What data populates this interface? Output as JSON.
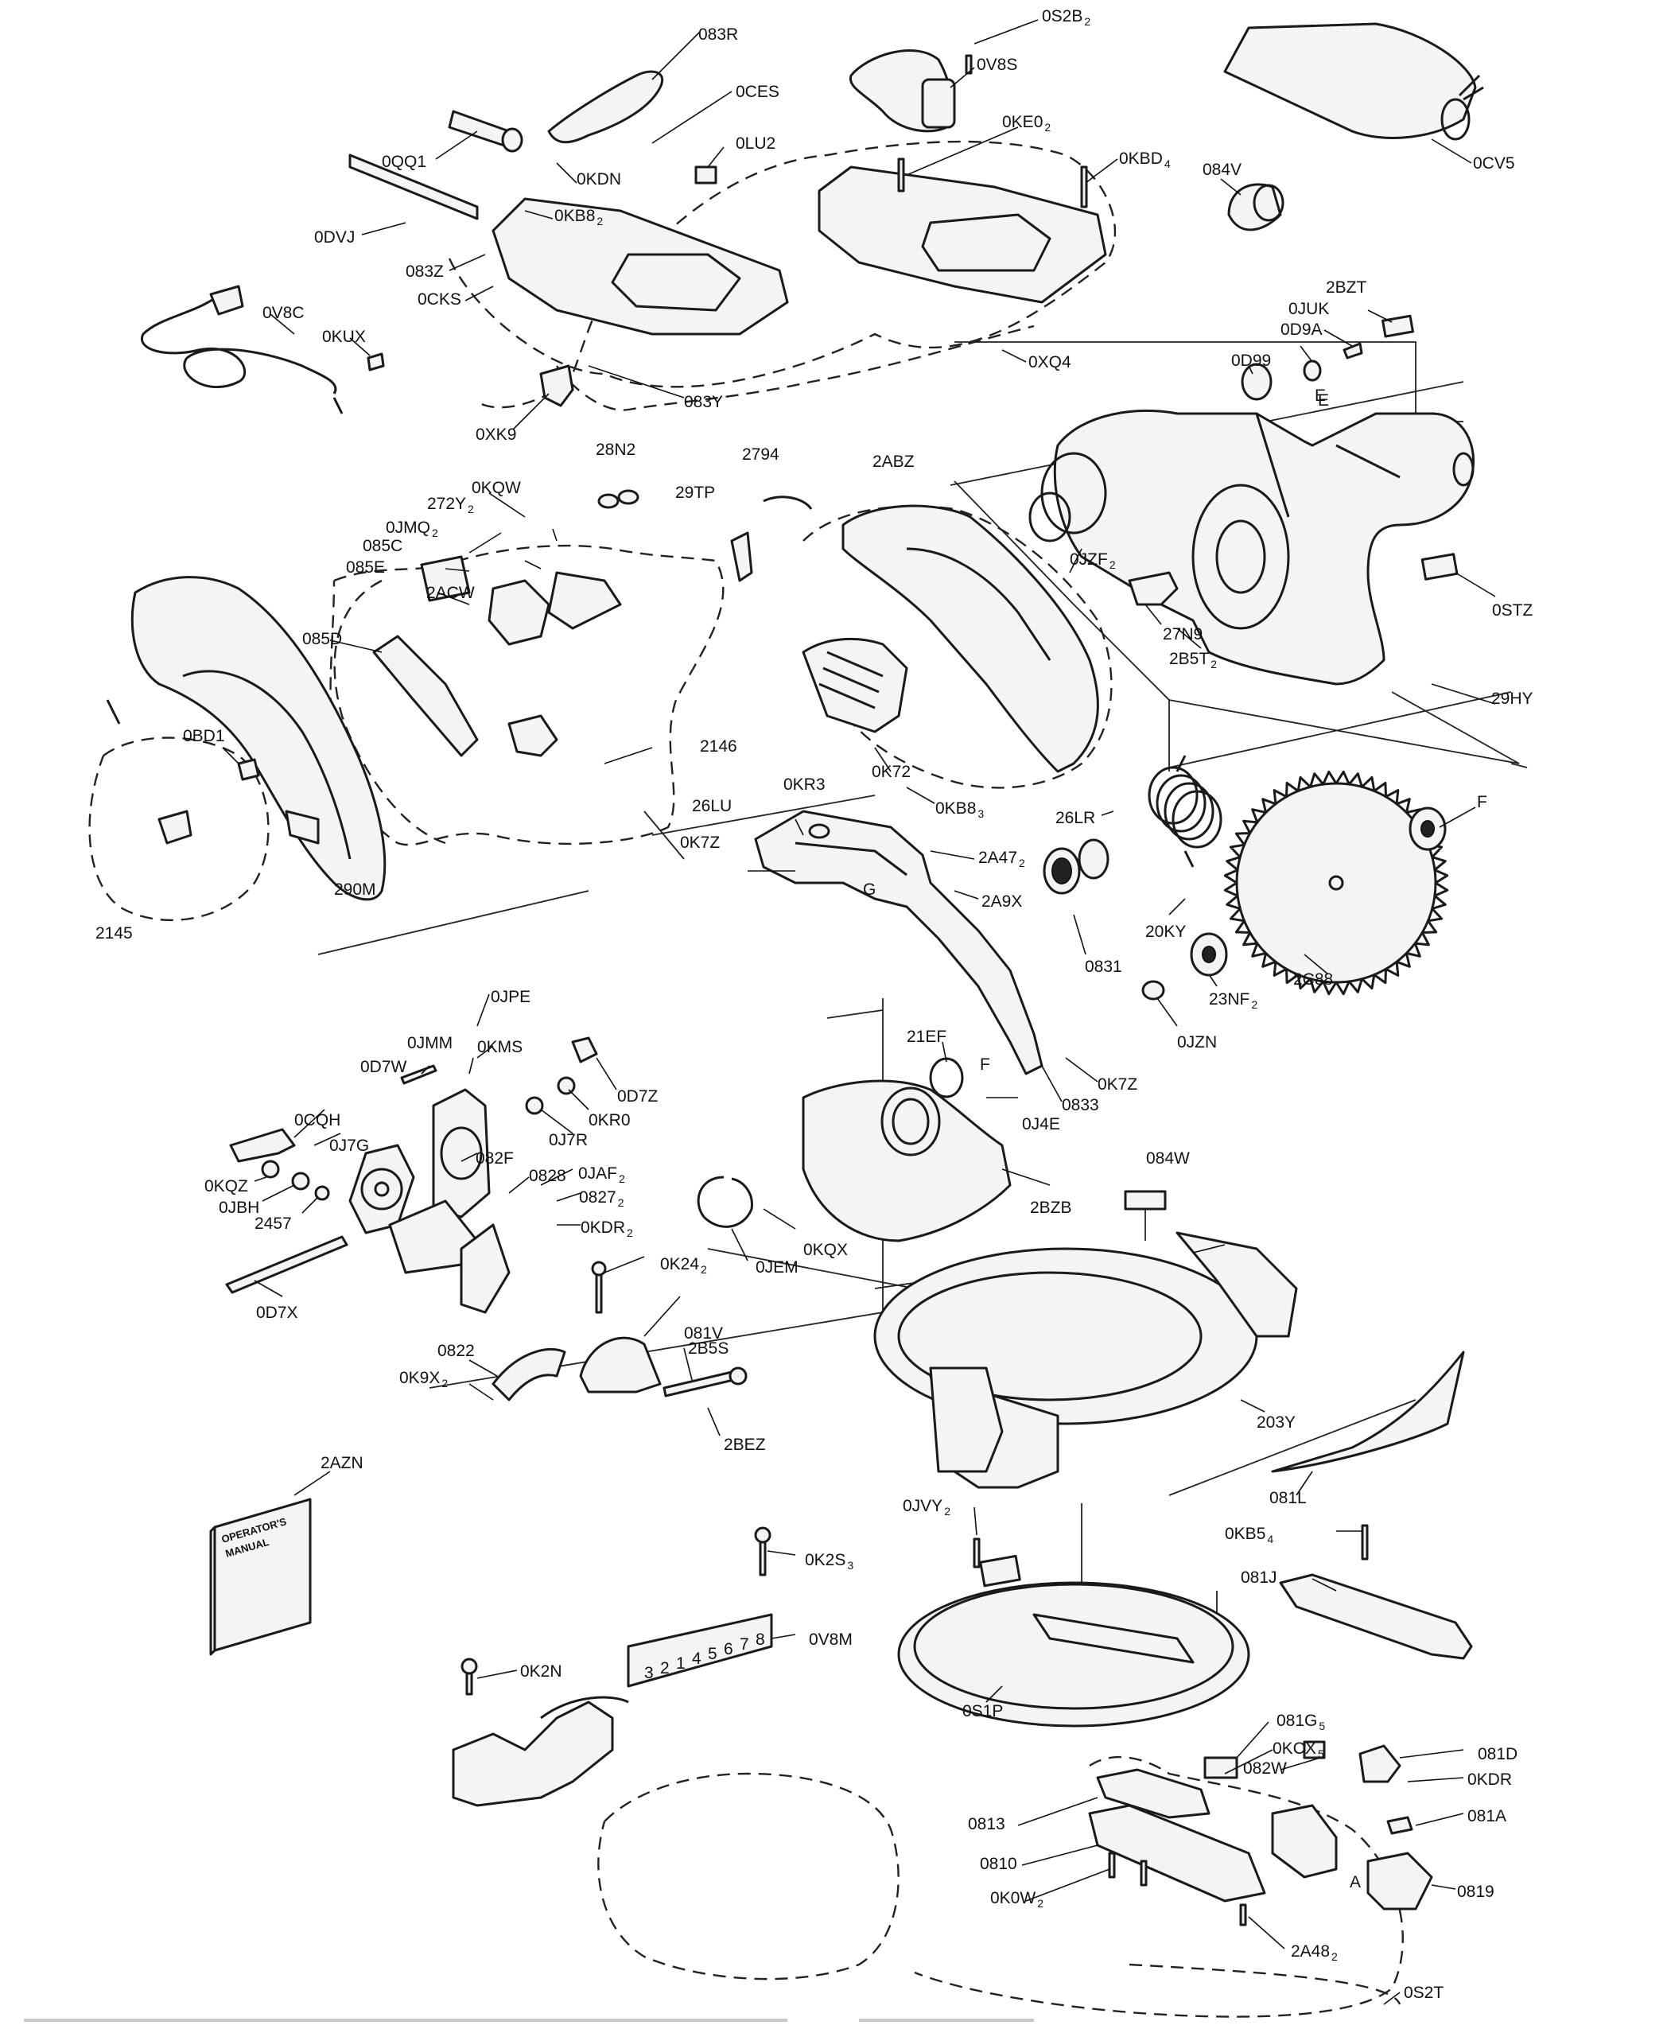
{
  "labels": [
    {
      "id": "083R",
      "text": "083R"
    },
    {
      "id": "0S2B2",
      "text": "0S2B",
      "sub": "2"
    },
    {
      "id": "0V8S",
      "text": "0V8S"
    },
    {
      "id": "0CES",
      "text": "0CES"
    },
    {
      "id": "0KE02",
      "text": "0KE0",
      "sub": "2"
    },
    {
      "id": "0LU2",
      "text": "0LU2"
    },
    {
      "id": "0KBD4",
      "text": "0KBD",
      "sub": "4"
    },
    {
      "id": "0QQ1",
      "text": "0QQ1"
    },
    {
      "id": "0KDN",
      "text": "0KDN"
    },
    {
      "id": "0KB82",
      "text": "0KB8",
      "sub": "2"
    },
    {
      "id": "0DVJ",
      "text": "0DVJ"
    },
    {
      "id": "083Z",
      "text": "083Z"
    },
    {
      "id": "0CKS",
      "text": "0CKS"
    },
    {
      "id": "0V8C",
      "text": "0V8C"
    },
    {
      "id": "0KUX",
      "text": "0KUX"
    },
    {
      "id": "0XK9",
      "text": "0XK9"
    },
    {
      "id": "083Y",
      "text": "083Y"
    },
    {
      "id": "0XQ4",
      "text": "0XQ4"
    },
    {
      "id": "0CV5",
      "text": "0CV5"
    },
    {
      "id": "084V",
      "text": "084V"
    },
    {
      "id": "2BZT",
      "text": "2BZT"
    },
    {
      "id": "0JUK",
      "text": "0JUK"
    },
    {
      "id": "0D9A",
      "text": "0D9A"
    },
    {
      "id": "0D99",
      "text": "0D99"
    },
    {
      "id": "E",
      "text": "E"
    },
    {
      "id": "28N2",
      "text": "28N2"
    },
    {
      "id": "2794",
      "text": "2794"
    },
    {
      "id": "2ABZ",
      "text": "2ABZ"
    },
    {
      "id": "29TP",
      "text": "29TP"
    },
    {
      "id": "0KQW",
      "text": "0KQW"
    },
    {
      "id": "272Y2",
      "text": "272Y",
      "sub": "2"
    },
    {
      "id": "0JMQ2",
      "text": "0JMQ",
      "sub": "2"
    },
    {
      "id": "085C",
      "text": "085C"
    },
    {
      "id": "085E",
      "text": "085E"
    },
    {
      "id": "2ACW",
      "text": "2ACW"
    },
    {
      "id": "085D",
      "text": "085D"
    },
    {
      "id": "0JZF2",
      "text": "0JZF",
      "sub": "2"
    },
    {
      "id": "27N9",
      "text": "27N9"
    },
    {
      "id": "2B5T2",
      "text": "2B5T",
      "sub": "2"
    },
    {
      "id": "0STZ",
      "text": "0STZ"
    },
    {
      "id": "29HY",
      "text": "29HY"
    },
    {
      "id": "0BD1",
      "text": "0BD1"
    },
    {
      "id": "2146",
      "text": "2146"
    },
    {
      "id": "0K72",
      "text": "0K72"
    },
    {
      "id": "0KB83",
      "text": "0KB8",
      "sub": "3"
    },
    {
      "id": "26LR",
      "text": "26LR"
    },
    {
      "id": "26LU",
      "text": "26LU"
    },
    {
      "id": "290M",
      "text": "290M"
    },
    {
      "id": "2145",
      "text": "2145"
    },
    {
      "id": "0KR3",
      "text": "0KR3"
    },
    {
      "id": "0K7Z_a",
      "text": "0K7Z"
    },
    {
      "id": "G",
      "text": "G"
    },
    {
      "id": "2A472",
      "text": "2A47",
      "sub": "2"
    },
    {
      "id": "2A9X",
      "text": "2A9X"
    },
    {
      "id": "F_a",
      "text": "F"
    },
    {
      "id": "0831",
      "text": "0831"
    },
    {
      "id": "20KY",
      "text": "20KY"
    },
    {
      "id": "2C88",
      "text": "2C88"
    },
    {
      "id": "23NF2",
      "text": "23NF",
      "sub": "2"
    },
    {
      "id": "0JZN",
      "text": "0JZN"
    },
    {
      "id": "0JPE",
      "text": "0JPE"
    },
    {
      "id": "0JMM",
      "text": "0JMM"
    },
    {
      "id": "0KMS",
      "text": "0KMS"
    },
    {
      "id": "0D7W",
      "text": "0D7W"
    },
    {
      "id": "0D7Z",
      "text": "0D7Z"
    },
    {
      "id": "0KR0",
      "text": "0KR0"
    },
    {
      "id": "0J7R",
      "text": "0J7R"
    },
    {
      "id": "21EF",
      "text": "21EF"
    },
    {
      "id": "F_b",
      "text": "F"
    },
    {
      "id": "0K7Z_b",
      "text": "0K7Z"
    },
    {
      "id": "0833",
      "text": "0833"
    },
    {
      "id": "0J4E",
      "text": "0J4E"
    },
    {
      "id": "0CQH",
      "text": "0CQH"
    },
    {
      "id": "0J7G",
      "text": "0J7G"
    },
    {
      "id": "082F",
      "text": "082F"
    },
    {
      "id": "0828",
      "text": "0828"
    },
    {
      "id": "0JAF2",
      "text": "0JAF",
      "sub": "2"
    },
    {
      "id": "08272",
      "text": "0827",
      "sub": "2"
    },
    {
      "id": "0KDR2",
      "text": "0KDR",
      "sub": "2"
    },
    {
      "id": "0KQZ",
      "text": "0KQZ"
    },
    {
      "id": "0JBH",
      "text": "0JBH"
    },
    {
      "id": "2457",
      "text": "2457"
    },
    {
      "id": "2BZB",
      "text": "2BZB"
    },
    {
      "id": "084W",
      "text": "084W"
    },
    {
      "id": "0KQX",
      "text": "0KQX"
    },
    {
      "id": "0JEM",
      "text": "0JEM"
    },
    {
      "id": "0K242",
      "text": "0K24",
      "sub": "2"
    },
    {
      "id": "081V",
      "text": "081V"
    },
    {
      "id": "0D7X",
      "text": "0D7X"
    },
    {
      "id": "2B5S",
      "text": "2B5S"
    },
    {
      "id": "0822",
      "text": "0822"
    },
    {
      "id": "0K9X2",
      "text": "0K9X",
      "sub": "2"
    },
    {
      "id": "2BEZ",
      "text": "2BEZ"
    },
    {
      "id": "203Y",
      "text": "203Y"
    },
    {
      "id": "2AZN",
      "text": "2AZN"
    },
    {
      "id": "081L",
      "text": "081L"
    },
    {
      "id": "0JVY2",
      "text": "0JVY",
      "sub": "2"
    },
    {
      "id": "0KB54",
      "text": "0KB5",
      "sub": "4"
    },
    {
      "id": "0K2S3",
      "text": "0K2S",
      "sub": "3"
    },
    {
      "id": "081J",
      "text": "081J"
    },
    {
      "id": "0V8M",
      "text": "0V8M"
    },
    {
      "id": "0K2N",
      "text": "0K2N"
    },
    {
      "id": "081G5",
      "text": "081G",
      "sub": "5"
    },
    {
      "id": "0KCX5",
      "text": "0KCX",
      "sub": "5"
    },
    {
      "id": "0S1P",
      "text": "0S1P"
    },
    {
      "id": "081D",
      "text": "081D"
    },
    {
      "id": "082W",
      "text": "082W"
    },
    {
      "id": "0KDR",
      "text": "0KDR"
    },
    {
      "id": "0813",
      "text": "0813"
    },
    {
      "id": "081A",
      "text": "081A"
    },
    {
      "id": "0810",
      "text": "0810"
    },
    {
      "id": "0K0W2",
      "text": "0K0W",
      "sub": "2"
    },
    {
      "id": "A",
      "text": "A"
    },
    {
      "id": "0819",
      "text": "0819"
    },
    {
      "id": "2A482",
      "text": "2A48",
      "sub": "2"
    },
    {
      "id": "0S2T",
      "text": "0S2T"
    },
    {
      "id": "E_b",
      "text": "E"
    }
  ],
  "manual": {
    "line1": "OPERATOR'S",
    "line2": "MANUAL"
  },
  "fence_scale": [
    "3",
    "2",
    "1",
    "4",
    "5",
    "6",
    "7",
    "8"
  ]
}
